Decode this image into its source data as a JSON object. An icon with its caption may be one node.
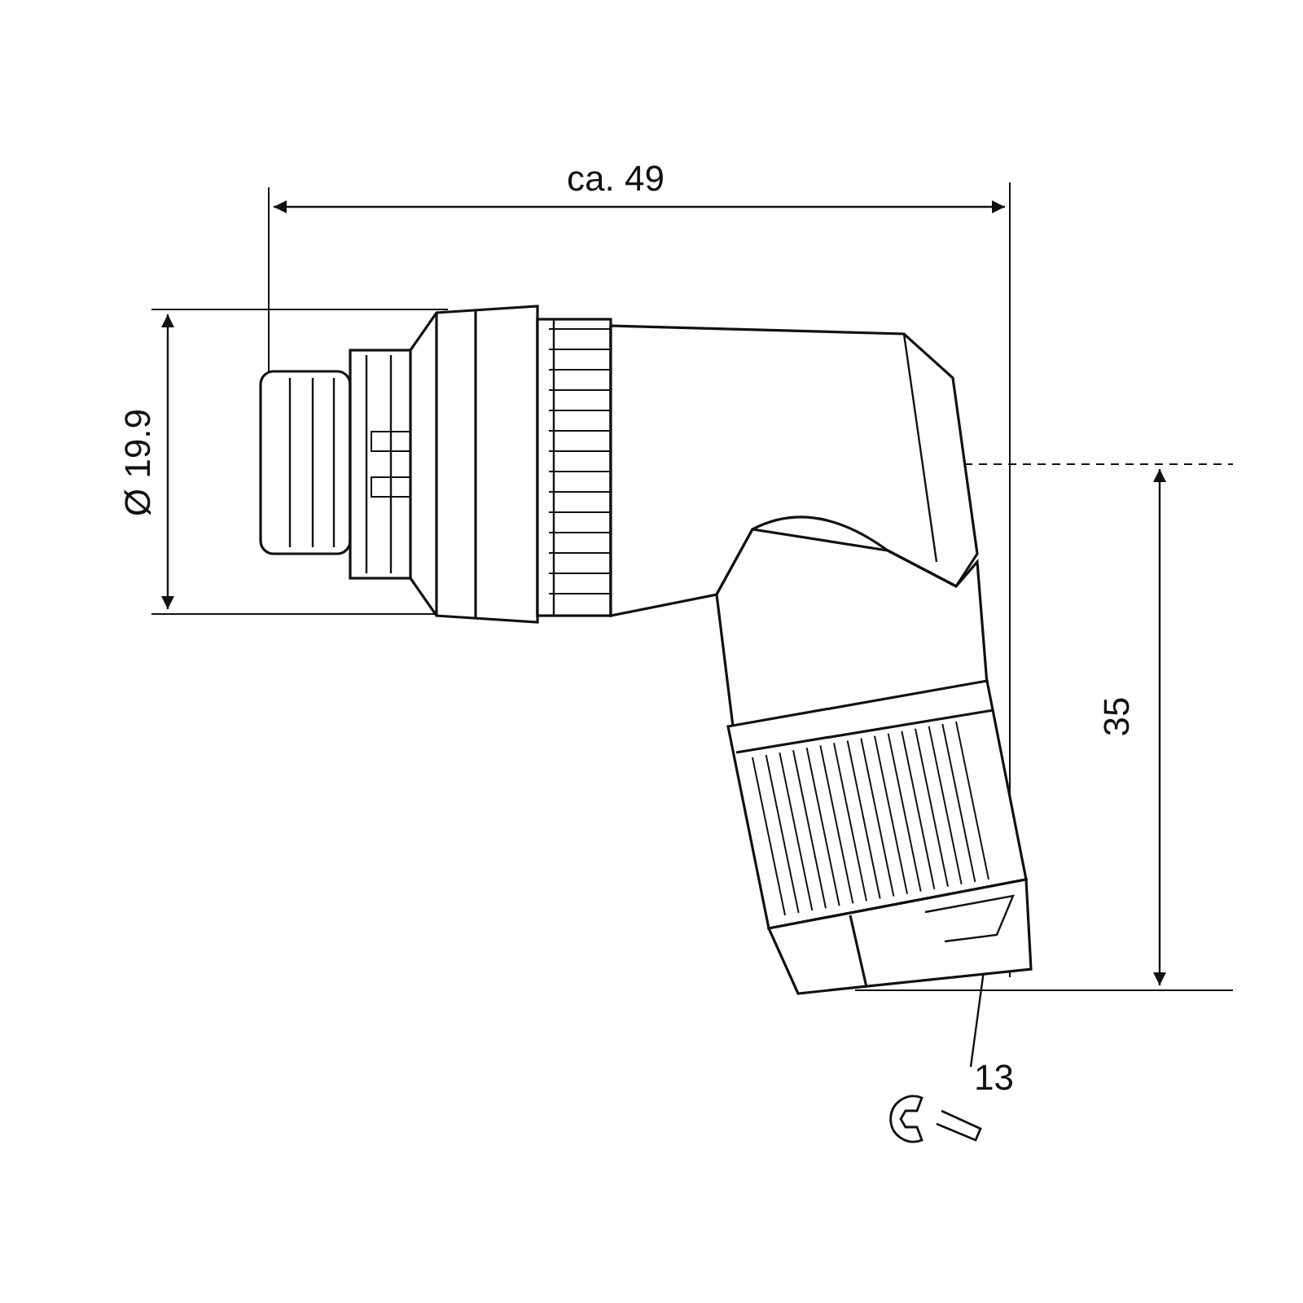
{
  "diagram": {
    "nodes": [
      {
        "text": [
          "13"
        ]
      },
      {
        "text": [],
        "shape": "picture"
      }
    ],
    "edges": [
      {
        "from": 0,
        "to": 1,
        "arrow": "none"
      }
    ],
    "labels": [
      "ca. 49",
      "Ø 19.9",
      "35"
    ]
  }
}
